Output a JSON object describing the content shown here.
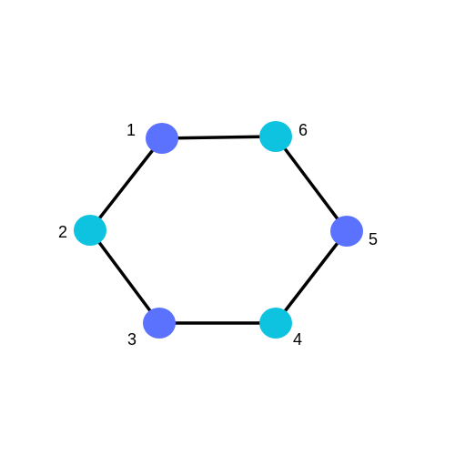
{
  "graph": {
    "colors": {
      "edge": "#000000",
      "blue": "#5b72ff",
      "cyan": "#0dc3df"
    },
    "nodes": [
      {
        "id": "1",
        "label": "1",
        "color": "blue"
      },
      {
        "id": "2",
        "label": "2",
        "color": "cyan"
      },
      {
        "id": "3",
        "label": "3",
        "color": "blue"
      },
      {
        "id": "4",
        "label": "4",
        "color": "cyan"
      },
      {
        "id": "5",
        "label": "5",
        "color": "blue"
      },
      {
        "id": "6",
        "label": "6",
        "color": "cyan"
      }
    ],
    "edges": [
      [
        "1",
        "6"
      ],
      [
        "6",
        "5"
      ],
      [
        "5",
        "4"
      ],
      [
        "4",
        "3"
      ],
      [
        "3",
        "2"
      ],
      [
        "2",
        "1"
      ]
    ]
  }
}
